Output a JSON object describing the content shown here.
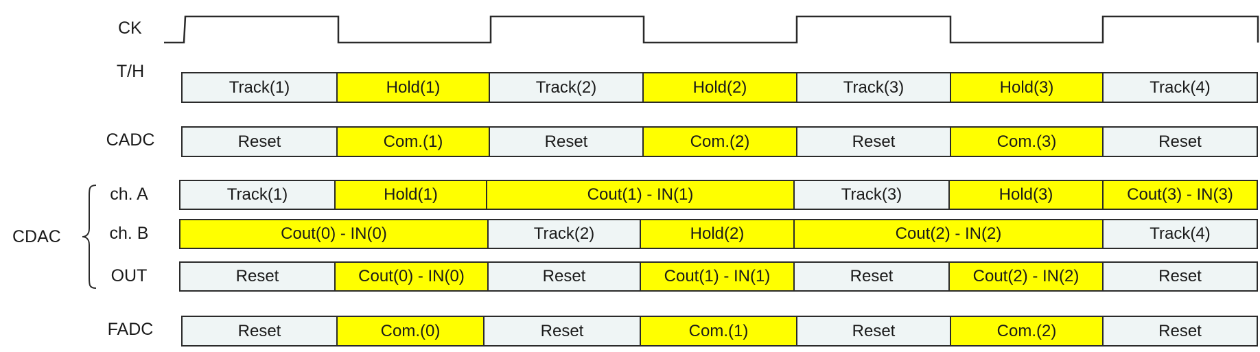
{
  "colors": {
    "idle": "#eff5f5",
    "active": "#ffff00",
    "stroke": "#2a2a2a",
    "text": "#1a1a1a"
  },
  "clock": {
    "label": "CK",
    "levels": [
      "low",
      "high",
      "low",
      "high",
      "low",
      "high",
      "low",
      "high",
      "low",
      "high"
    ]
  },
  "cdac_group": {
    "label": "CDAC",
    "bracket_icon": "curly-brace-icon"
  },
  "rows": [
    {
      "key": "th",
      "label": "T/H",
      "segments": [
        {
          "text": "Track(1)",
          "active": false
        },
        {
          "text": "Hold(1)",
          "active": true
        },
        {
          "text": "Track(2)",
          "active": false
        },
        {
          "text": "Hold(2)",
          "active": true
        },
        {
          "text": "Track(3)",
          "active": false
        },
        {
          "text": "Hold(3)",
          "active": true
        },
        {
          "text": "Track(4)",
          "active": false
        }
      ]
    },
    {
      "key": "cadc",
      "label": "CADC",
      "segments": [
        {
          "text": "Reset",
          "active": false
        },
        {
          "text": "Com.(1)",
          "active": true
        },
        {
          "text": "Reset",
          "active": false
        },
        {
          "text": "Com.(2)",
          "active": true
        },
        {
          "text": "Reset",
          "active": false
        },
        {
          "text": "Com.(3)",
          "active": true
        },
        {
          "text": "Reset",
          "active": false
        }
      ]
    },
    {
      "key": "cha",
      "label": "ch. A",
      "segments": [
        {
          "text": "Track(1)",
          "active": false
        },
        {
          "text": "Hold(1)",
          "active": true
        },
        {
          "text": "Cout(1) - IN(1)",
          "active": true
        },
        {
          "text": "Track(3)",
          "active": false
        },
        {
          "text": "Hold(3)",
          "active": true
        },
        {
          "text": "Cout(3) - IN(3)",
          "active": true
        }
      ]
    },
    {
      "key": "chb",
      "label": "ch. B",
      "segments": [
        {
          "text": "Cout(0) - IN(0)",
          "active": true
        },
        {
          "text": "Track(2)",
          "active": false
        },
        {
          "text": "Hold(2)",
          "active": true
        },
        {
          "text": "Cout(2) - IN(2)",
          "active": true
        },
        {
          "text": "Track(4)",
          "active": false
        }
      ]
    },
    {
      "key": "out",
      "label": "OUT",
      "segments": [
        {
          "text": "Reset",
          "active": false
        },
        {
          "text": "Cout(0) - IN(0)",
          "active": true
        },
        {
          "text": "Reset",
          "active": false
        },
        {
          "text": "Cout(1) - IN(1)",
          "active": true
        },
        {
          "text": "Reset",
          "active": false
        },
        {
          "text": "Cout(2) - IN(2)",
          "active": true
        },
        {
          "text": "Reset",
          "active": false
        }
      ]
    },
    {
      "key": "fadc",
      "label": "FADC",
      "segments": [
        {
          "text": "Reset",
          "active": false
        },
        {
          "text": "Com.(0)",
          "active": true
        },
        {
          "text": "Reset",
          "active": false
        },
        {
          "text": "Com.(1)",
          "active": true
        },
        {
          "text": "Reset",
          "active": false
        },
        {
          "text": "Com.(2)",
          "active": true
        },
        {
          "text": "Reset",
          "active": false
        }
      ]
    }
  ]
}
